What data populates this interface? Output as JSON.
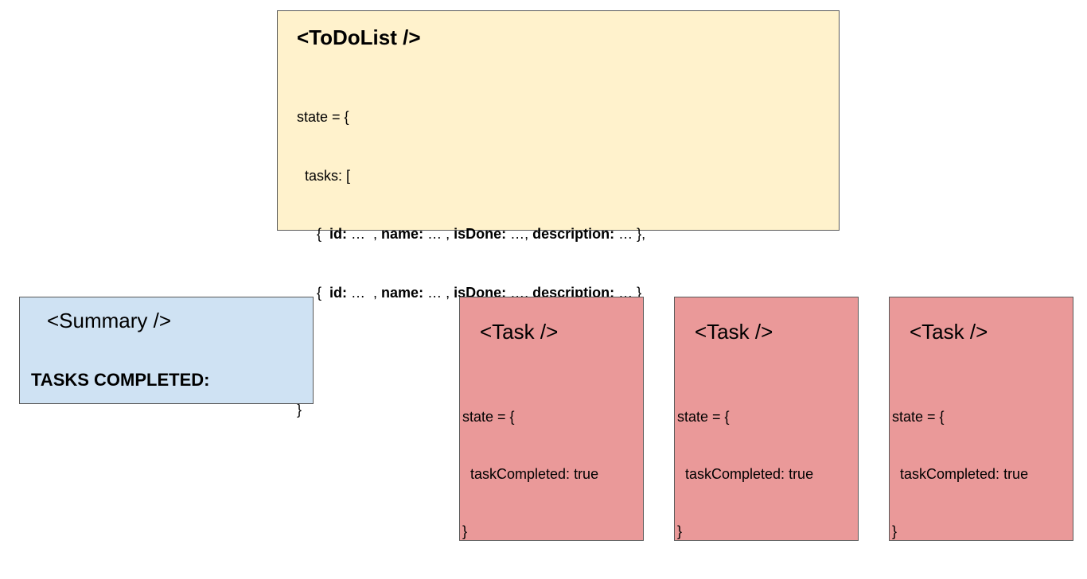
{
  "todo": {
    "title": "<ToDoList />",
    "state_open": "state = {",
    "tasks_open": "  tasks: [",
    "rows": [
      {
        "k1": "id:",
        "v1": " …  , ",
        "k2": "name:",
        "v2": " … , ",
        "k3": "isDone:",
        "v3": " …, ",
        "k4": "description:",
        "v4": " … },"
      },
      {
        "k1": "id:",
        "v1": " …  , ",
        "k2": "name:",
        "v2": " … , ",
        "k3": "isDone:",
        "v3": " …, ",
        "k4": "description:",
        "v4": " … }"
      }
    ],
    "row_prefix": "     {  ",
    "tasks_close": "  ]",
    "state_close": "}"
  },
  "summary": {
    "title": "<Summary />",
    "label": "TASKS COMPLETED:"
  },
  "tasks": [
    {
      "title": "<Task />",
      "state_open": "state = {",
      "field": "  taskCompleted: true",
      "state_close": "}"
    },
    {
      "title": "<Task />",
      "state_open": "state = {",
      "field": "  taskCompleted: true",
      "state_close": "}"
    },
    {
      "title": "<Task />",
      "state_open": "state = {",
      "field": "  taskCompleted: true",
      "state_close": "}"
    }
  ],
  "colors": {
    "todo_fill": "#fff2cc",
    "summary_fill": "#cfe2f3",
    "task_fill": "#ea9999",
    "border": "#595959"
  }
}
